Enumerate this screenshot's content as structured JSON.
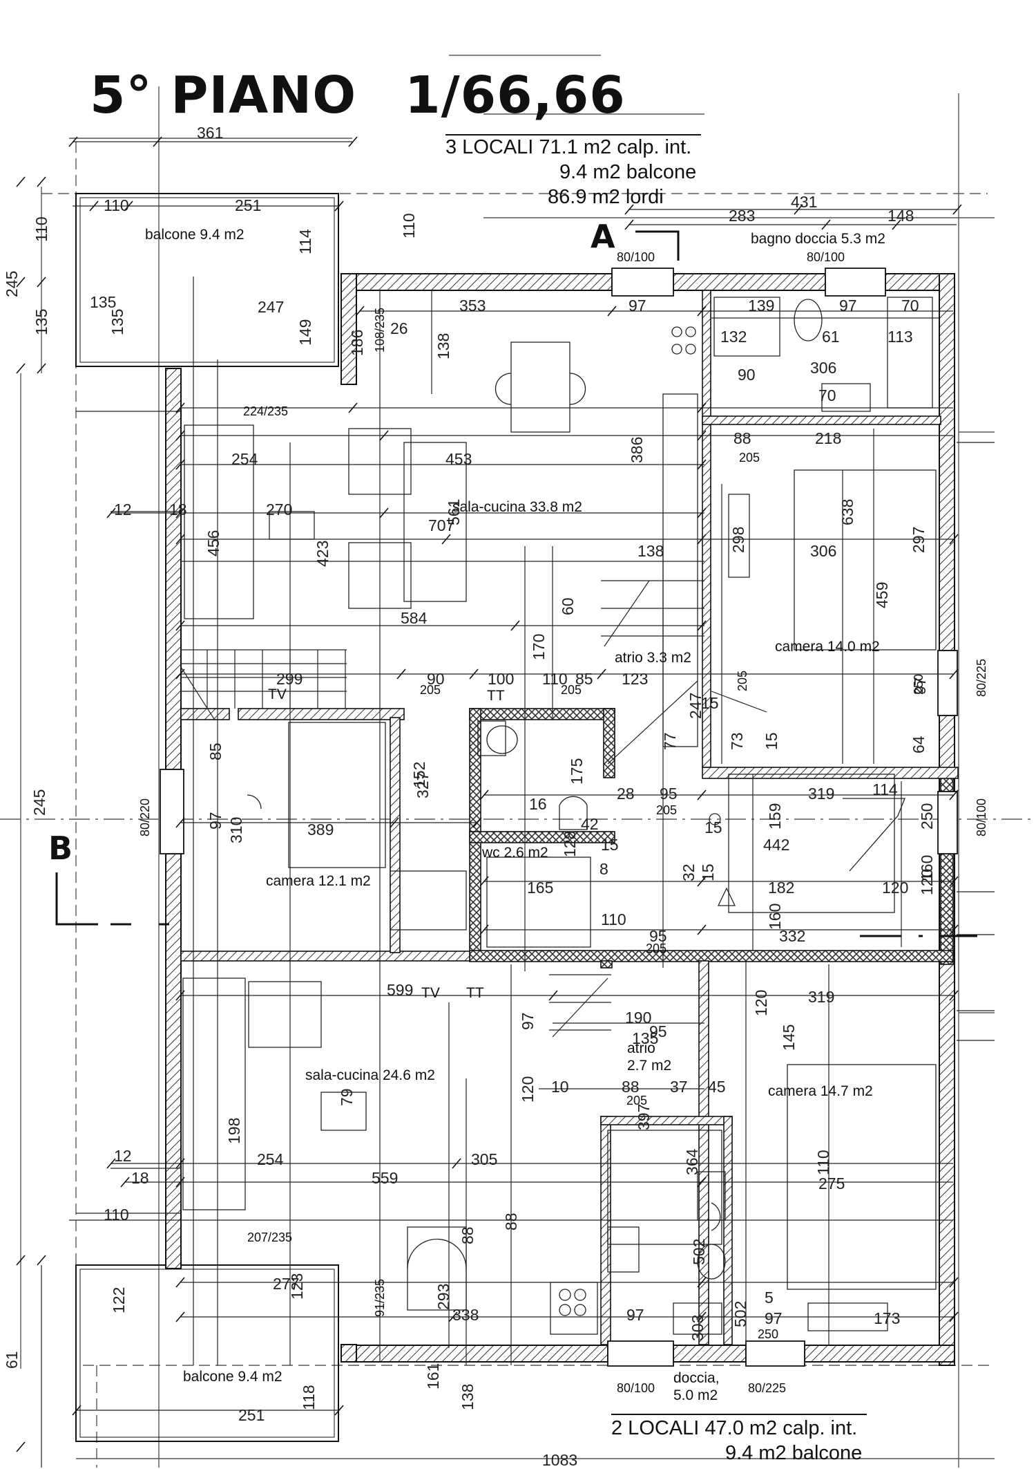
{
  "title": {
    "floor": "5° PIANO",
    "scale": "1/66,66"
  },
  "summary_top": {
    "line1": "3 LOCALI 71.1 m2 calp. int.",
    "line2": "9.4 m2 balcone",
    "line3": "86.9 m2 lordi"
  },
  "summary_bottom": {
    "line1": "2 LOCALI 47.0 m2 calp. int.",
    "line2": "9.4 m2 balcone"
  },
  "section_markers": {
    "a": "A",
    "b": "B"
  },
  "rooms": {
    "balcone_top": "balcone 9.4 m2",
    "sala_cucina_top": "sala-cucina 33.8 m2",
    "bagno_doccia": "bagno doccia 5.3 m2",
    "camera_14_0": "camera 14.0 m2",
    "atrio_3_3": "atrio 3.3 m2",
    "camera_12_1": "camera 12.1 m2",
    "wc": "wc 2.6 m2",
    "sala_cucina_bottom": "sala-cucina 24.6 m2",
    "atrio_2_7_a": "atrio",
    "atrio_2_7_b": "2.7 m2",
    "camera_14_7": "camera 14.7 m2",
    "doccia_a": "doccia,",
    "doccia_b": "5.0 m2",
    "balcone_bottom": "balcone 9.4 m2"
  },
  "fixtures": {
    "tv_top": "TV",
    "tt_top": "TT",
    "tv_bottom": "TV",
    "tt_bottom": "TT"
  },
  "openings": {
    "o1": "80/100",
    "o2": "80/100",
    "o3": "80/100",
    "o4": "80/225",
    "o5": "80/220",
    "o6": "80/225",
    "o7": "80/100",
    "o8": "224/235",
    "o9": "108/235",
    "o10": "207/235",
    "o11": "91/235",
    "d1": "205",
    "d2": "205",
    "d3": "205",
    "d4": "205",
    "d5": "205",
    "d6": "205",
    "d7": "205",
    "d8": "250",
    "d9": "250"
  },
  "dimensions": {
    "h": [
      "361",
      "110",
      "251",
      "431",
      "283",
      "148",
      "353",
      "97",
      "139",
      "97",
      "70",
      "132",
      "61",
      "113",
      "306",
      "90",
      "70",
      "88",
      "218",
      "254",
      "453",
      "12",
      "18",
      "270",
      "707",
      "138",
      "306",
      "584",
      "299",
      "90",
      "100",
      "110",
      "85",
      "123",
      "28",
      "95",
      "319",
      "389",
      "442",
      "165",
      "182",
      "120",
      "332",
      "95",
      "95",
      "319",
      "599",
      "190",
      "135",
      "10",
      "88",
      "37",
      "45",
      "254",
      "305",
      "12",
      "18",
      "559",
      "275",
      "110",
      "277",
      "338",
      "97",
      "5",
      "97",
      "173",
      "251",
      "1083",
      "135",
      "26",
      "247",
      "114",
      "8",
      "110",
      "15",
      "15",
      "15",
      "42",
      "16"
    ],
    "v": [
      "245",
      "110",
      "135",
      "110",
      "114",
      "135",
      "186",
      "149",
      "138",
      "386",
      "561",
      "456",
      "423",
      "638",
      "297",
      "459",
      "298",
      "60",
      "170",
      "247",
      "77",
      "97",
      "64",
      "73",
      "15",
      "85",
      "97",
      "310",
      "327",
      "152",
      "175",
      "128",
      "32",
      "15",
      "159",
      "160",
      "160",
      "250",
      "120",
      "120",
      "145",
      "97",
      "120",
      "79",
      "198",
      "110",
      "88",
      "88",
      "364",
      "397",
      "502",
      "303",
      "502",
      "123",
      "293",
      "61",
      "122",
      "118",
      "161",
      "138",
      "245",
      "114",
      "110",
      "18",
      "12",
      "1210"
    ]
  },
  "colors": {
    "ink": "#111111",
    "hatch": "#333333",
    "background": "#ffffff"
  }
}
